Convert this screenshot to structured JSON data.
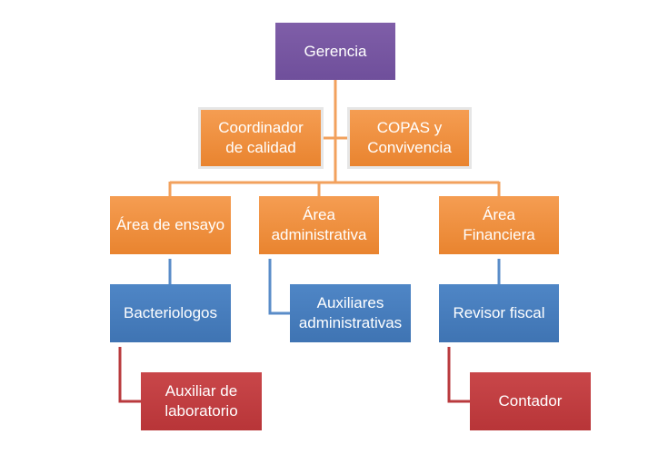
{
  "nodes": {
    "gerencia": "Gerencia",
    "coordinador": "Coordinador\nde calidad",
    "copas": "COPAS y\nConvivencia",
    "area_ensayo": "Área de ensayo",
    "area_administrativa": "Área\nadministrativa",
    "area_financiera": "Área\nFinanciera",
    "bacteriologos": "Bacteriologos",
    "auxiliares_administrativas": "Auxiliares\nadministrativas",
    "revisor_fiscal": "Revisor fiscal",
    "auxiliar_laboratorio": "Auxiliar de\nlaboratorio",
    "contador": "Contador"
  },
  "colors": {
    "management": "#7451a0",
    "orange": "#ee8e3d",
    "blue": "#477dbd",
    "red": "#c03d40",
    "connector_orange": "#f2a15d",
    "connector_blue": "#5a8cc8",
    "connector_red": "#b93a3d"
  }
}
